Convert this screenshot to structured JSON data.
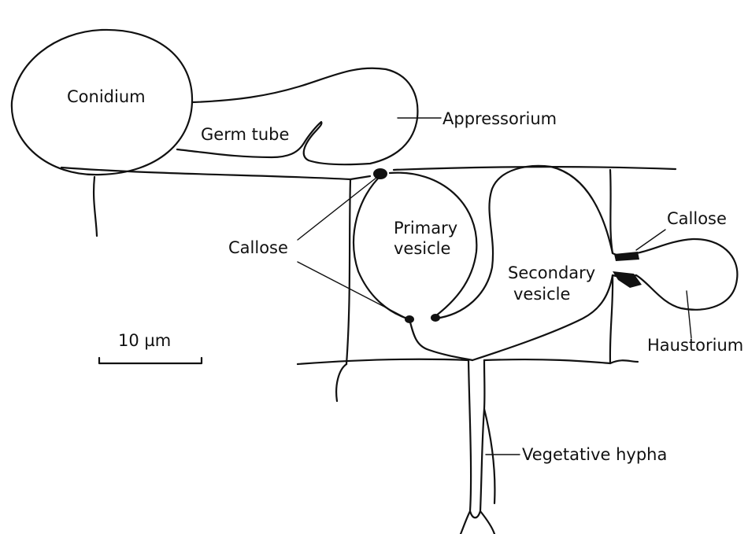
{
  "labels": {
    "conidium": "Conidium",
    "germ_tube": "Germ tube",
    "appressorium": "Appressorium",
    "callose_left": "Callose",
    "callose_right": "Callose",
    "primary_vesicle_1": "Primary",
    "primary_vesicle_2": "vesicle",
    "secondary_vesicle_1": "Secondary",
    "secondary_vesicle_2": "vesicle",
    "haustorium": "Haustorium",
    "vegetative_hypha": "Vegetative hypha",
    "scale_bar": "10 µm"
  },
  "colors": {
    "ink": "#111111",
    "background": "#ffffff"
  }
}
